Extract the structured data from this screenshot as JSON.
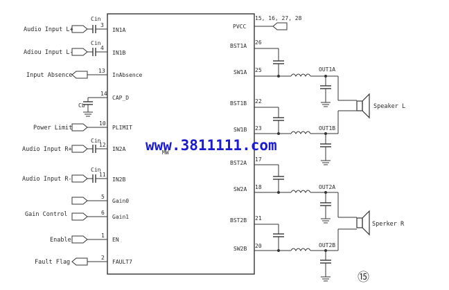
{
  "inputs": [
    {
      "label": "Audio Input L+",
      "pin": "3",
      "pin_name": "IN1A",
      "cap": "Cin"
    },
    {
      "label": "Adiou Input L-",
      "pin": "4",
      "pin_name": "IN1B",
      "cap": "Cin"
    },
    {
      "label": "Input Absence",
      "pin": "13",
      "pin_name": "InAbsence"
    },
    {
      "label": "",
      "pin": "14",
      "pin_name": "CAP_D",
      "cap": "Cb"
    },
    {
      "label": "Power Limit",
      "pin": "10",
      "pin_name": "PLIMIT"
    },
    {
      "label": "Audio Input R+",
      "pin": "12",
      "pin_name": "IN2A",
      "cap": "Cin"
    },
    {
      "label": "Audio Input R-",
      "pin": "11",
      "pin_name": "IN2B",
      "cap": "Cin"
    },
    {
      "label": "Gain Control",
      "pin": "5",
      "pin_name": "Gain0"
    },
    {
      "label": "",
      "pin": "6",
      "pin_name": "Gain1"
    },
    {
      "label": "Enable",
      "pin": "1",
      "pin_name": "EN"
    },
    {
      "label": "Fault Flag",
      "pin": "2",
      "pin_name": "FAULT7"
    }
  ],
  "outputs": [
    {
      "pin": "15, 16, 27, 28",
      "pin_name": "PVCC"
    },
    {
      "pin": "26",
      "pin_name": "BST1A"
    },
    {
      "pin": "25",
      "pin_name": "SW1A",
      "net": "OUT1A"
    },
    {
      "pin": "22",
      "pin_name": "BST1B"
    },
    {
      "pin": "23",
      "pin_name": "SW1B",
      "net": "OUT1B"
    },
    {
      "pin": "17",
      "pin_name": "BST2A"
    },
    {
      "pin": "18",
      "pin_name": "SW2A",
      "net": "OUT2A"
    },
    {
      "pin": "21",
      "pin_name": "BST2B"
    },
    {
      "pin": "20",
      "pin_name": "SW2B",
      "net": "OUT2B"
    }
  ],
  "speakers": [
    "Speaker L",
    "Sperker R"
  ],
  "chip_label": "MW",
  "watermark": "www.3811111.com",
  "figure_number": "⑮"
}
